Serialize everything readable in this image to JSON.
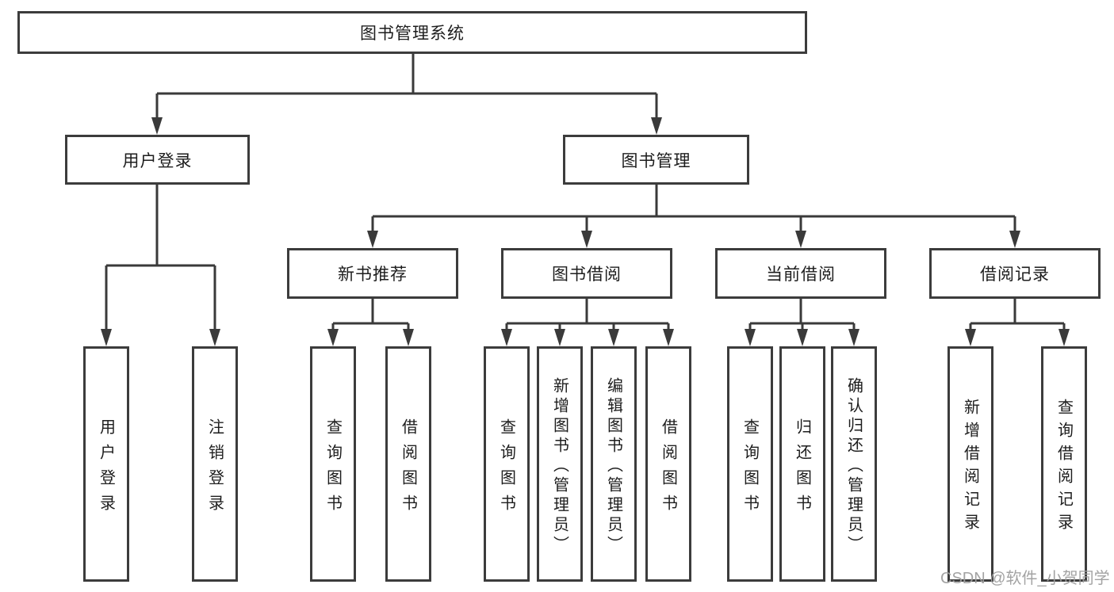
{
  "tree": {
    "root": {
      "label": "图书管理系统"
    },
    "login": {
      "label": "用户登录",
      "children": [
        {
          "label": "用户登录"
        },
        {
          "label": "注销登录"
        }
      ]
    },
    "management": {
      "label": "图书管理",
      "sections": [
        {
          "label": "新书推荐",
          "children": [
            {
              "label": "查询图书"
            },
            {
              "label": "借阅图书"
            }
          ]
        },
        {
          "label": "图书借阅",
          "children": [
            {
              "label": "查询图书"
            },
            {
              "label": "新增图书（管理员）"
            },
            {
              "label": "编辑图书（管理员）"
            },
            {
              "label": "借阅图书"
            }
          ]
        },
        {
          "label": "当前借阅",
          "children": [
            {
              "label": "查询图书"
            },
            {
              "label": "归还图书"
            },
            {
              "label": "确认归还（管理员）"
            }
          ]
        },
        {
          "label": "借阅记录",
          "children": [
            {
              "label": "新增借阅记录"
            },
            {
              "label": "查询借阅记录"
            }
          ]
        }
      ]
    }
  },
  "watermark": {
    "text": "CSDN @软件_小贺同学"
  },
  "colors": {
    "line": "#3a3a3a",
    "box_border": "#3c3c3c",
    "text": "#1d1d1d",
    "watermark": "#9e9e9e",
    "background": "#ffffff"
  }
}
